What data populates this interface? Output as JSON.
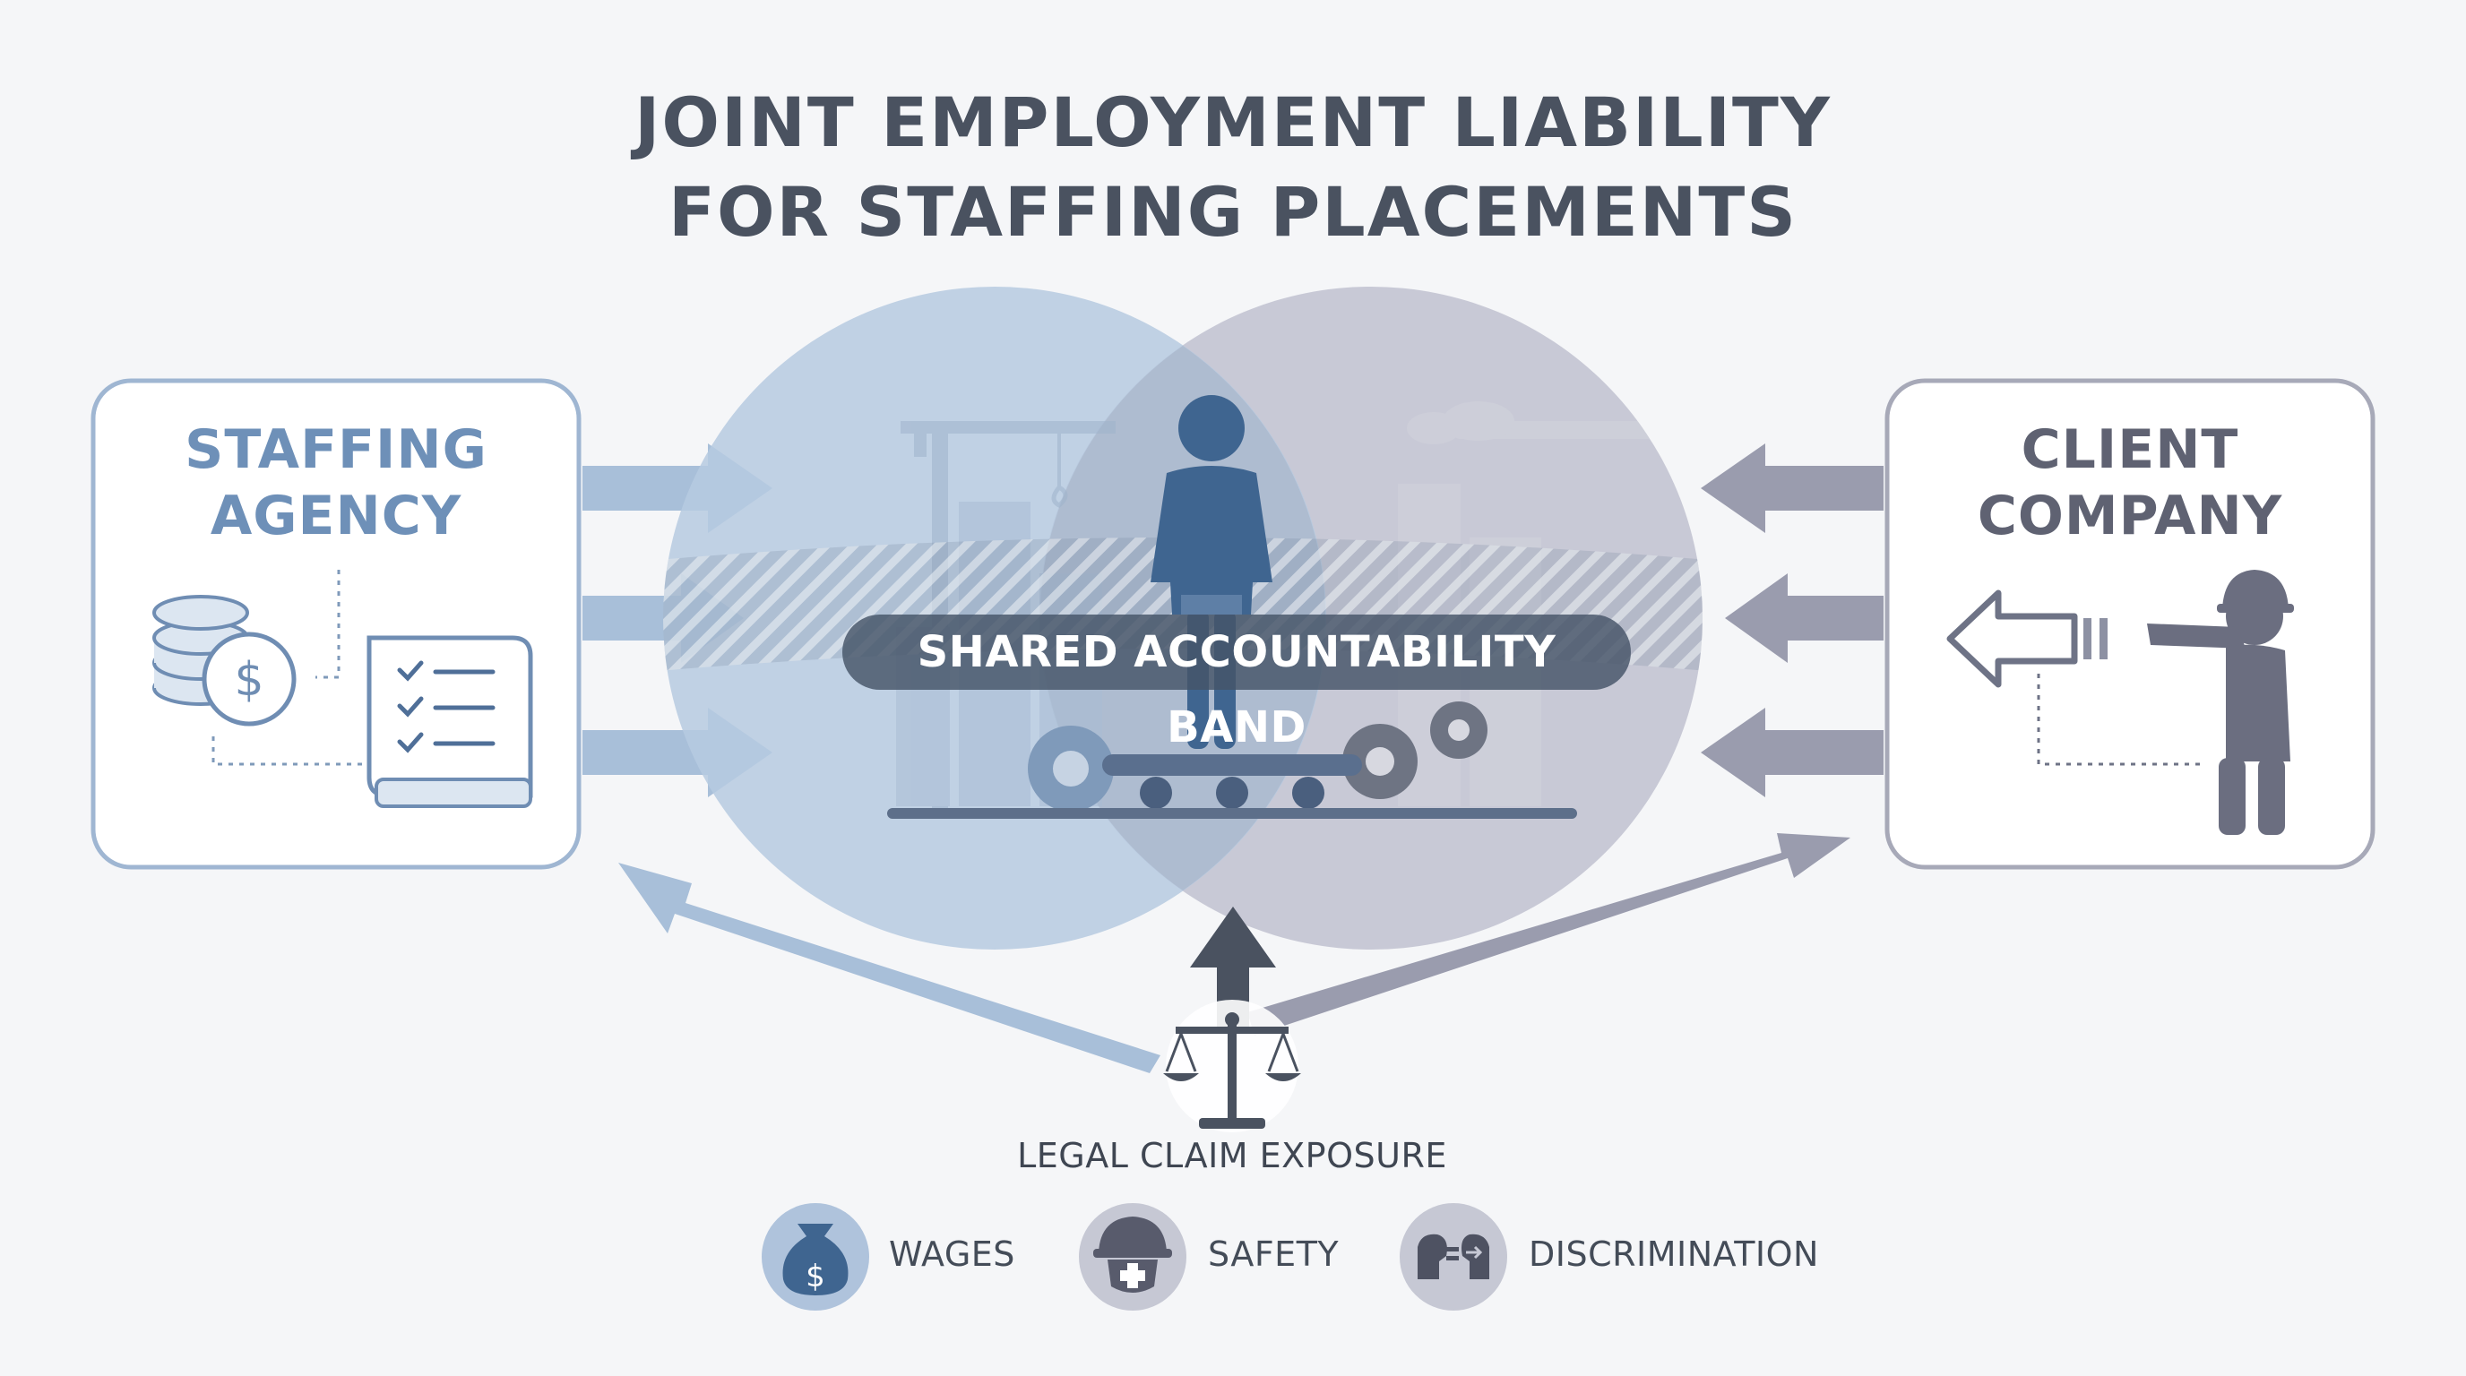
{
  "title": {
    "line1": "JOINT EMPLOYMENT LIABILITY",
    "line2": "FOR STAFFING PLACEMENTS"
  },
  "staffing_agency": {
    "line1": "STAFFING",
    "line2": "AGENCY"
  },
  "client_company": {
    "line1": "CLIENT",
    "line2": "COMPANY"
  },
  "shared_band": {
    "label": "SHARED ACCOUNTABILITY BAND"
  },
  "legal": {
    "label": "LEGAL CLAIM EXPOSURE",
    "claims": [
      {
        "label": "WAGES",
        "icon": "money-bag-icon"
      },
      {
        "label": "SAFETY",
        "icon": "safety-helmet-icon"
      },
      {
        "label": "DISCRIMINATION",
        "icon": "discrimination-icon"
      }
    ]
  },
  "colors": {
    "agency_blue": "#7e9dc0",
    "client_gray": "#8a8c9e",
    "worker_blue": "#3f6590",
    "title_gray": "#4a5260"
  }
}
